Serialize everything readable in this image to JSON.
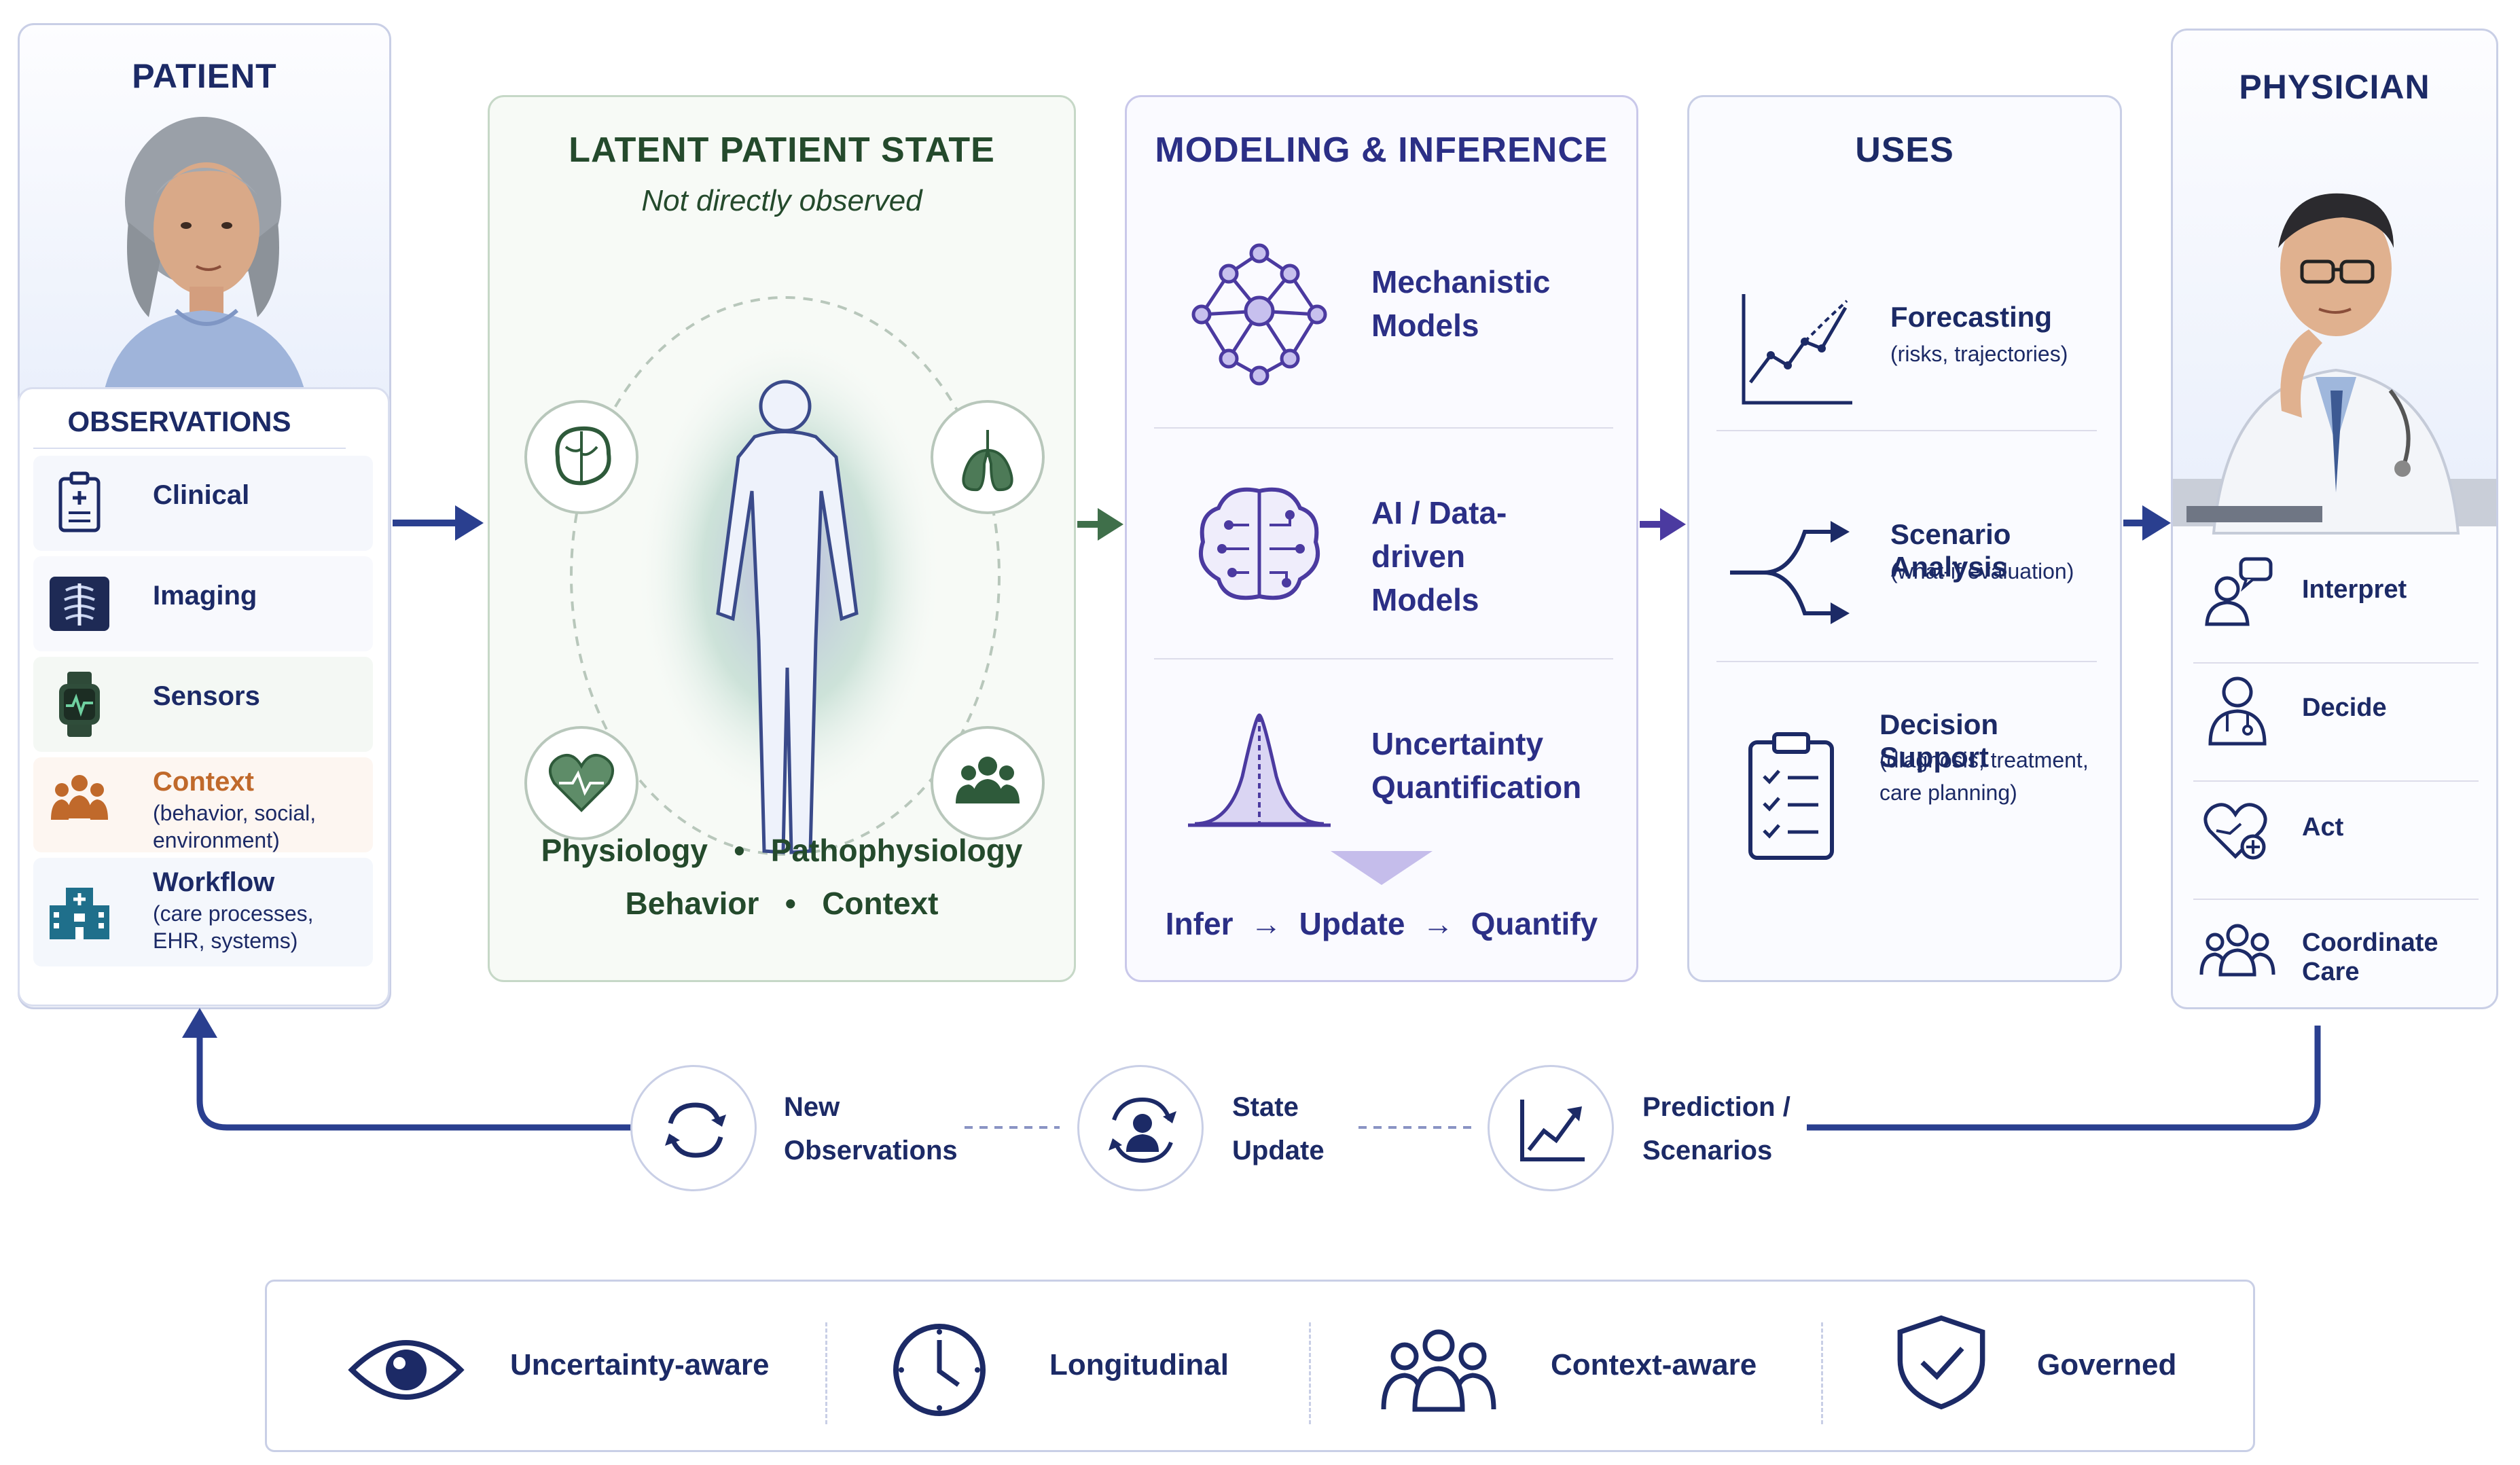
{
  "patient": {
    "title": "PATIENT",
    "observations_title": "OBSERVATIONS",
    "observations": [
      {
        "label": "Clinical",
        "sub": "",
        "icon": "clipboard-medical-icon",
        "color": "#1c2a66"
      },
      {
        "label": "Imaging",
        "sub": "",
        "icon": "xray-icon",
        "color": "#1c2a66"
      },
      {
        "label": "Sensors",
        "sub": "",
        "icon": "smartwatch-icon",
        "color": "#1c2a66"
      },
      {
        "label": "Context",
        "sub": "(behavior, social, environment)",
        "icon": "people-group-icon",
        "color": "#c0692b"
      },
      {
        "label": "Workflow",
        "sub": "(care processes, EHR, systems)",
        "icon": "hospital-icon",
        "color": "#1c2a66"
      }
    ]
  },
  "latent": {
    "title": "LATENT PATIENT STATE",
    "subtitle": "Not directly observed",
    "line1_a": "Physiology",
    "line1_b": "Pathophysiology",
    "line2_a": "Behavior",
    "line2_b": "Context",
    "bullet": "•",
    "icons": [
      "brain-icon",
      "lungs-icon",
      "heart-icon",
      "people-icon"
    ]
  },
  "modeling": {
    "title": "MODELING & INFERENCE",
    "items": [
      {
        "label_1": "Mechanistic",
        "label_2": "Models",
        "icon": "network-graph-icon"
      },
      {
        "label_1": "AI / Data-driven",
        "label_2": "Models",
        "icon": "ai-brain-icon"
      },
      {
        "label_1": "Uncertainty",
        "label_2": "Quantification",
        "icon": "bell-curve-icon"
      }
    ],
    "infer": "Infer",
    "update": "Update",
    "quantify": "Quantify",
    "arrow": "→"
  },
  "uses": {
    "title": "USES",
    "items": [
      {
        "label": "Forecasting",
        "sub_1": "(risks, trajectories)",
        "sub_2": "",
        "icon": "trend-chart-icon"
      },
      {
        "label": "Scenario Analysis",
        "sub_1": "(what-if evaluation)",
        "sub_2": "",
        "icon": "branch-arrows-icon"
      },
      {
        "label": "Decision Support",
        "sub_1": "(diagnosis, treatment,",
        "sub_2": "care planning)",
        "icon": "checklist-icon"
      }
    ]
  },
  "physician": {
    "title": "PHYSICIAN",
    "actions": [
      {
        "label": "Interpret",
        "icon": "person-speech-icon"
      },
      {
        "label": "Decide",
        "icon": "doctor-icon"
      },
      {
        "label": "Act",
        "icon": "heart-hand-icon"
      },
      {
        "label": "Coordinate Care",
        "icon": "team-icon"
      }
    ]
  },
  "loop": [
    {
      "label_1": "New",
      "label_2": "Observations",
      "icon": "refresh-icon"
    },
    {
      "label_1": "State",
      "label_2": "Update",
      "icon": "person-sync-icon"
    },
    {
      "label_1": "Prediction /",
      "label_2": "Scenarios",
      "icon": "rising-chart-icon"
    }
  ],
  "properties": [
    {
      "label": "Uncertainty-aware",
      "icon": "eye-icon"
    },
    {
      "label": "Longitudinal",
      "icon": "clock-icon"
    },
    {
      "label": "Context-aware",
      "icon": "group-icon"
    },
    {
      "label": "Governed",
      "icon": "shield-check-icon"
    }
  ],
  "colors": {
    "navy": "#1c2a66",
    "green": "#3f6f4a",
    "purple": "#4b3aa0",
    "orange": "#c0692b",
    "teal": "#1f6f8b"
  }
}
